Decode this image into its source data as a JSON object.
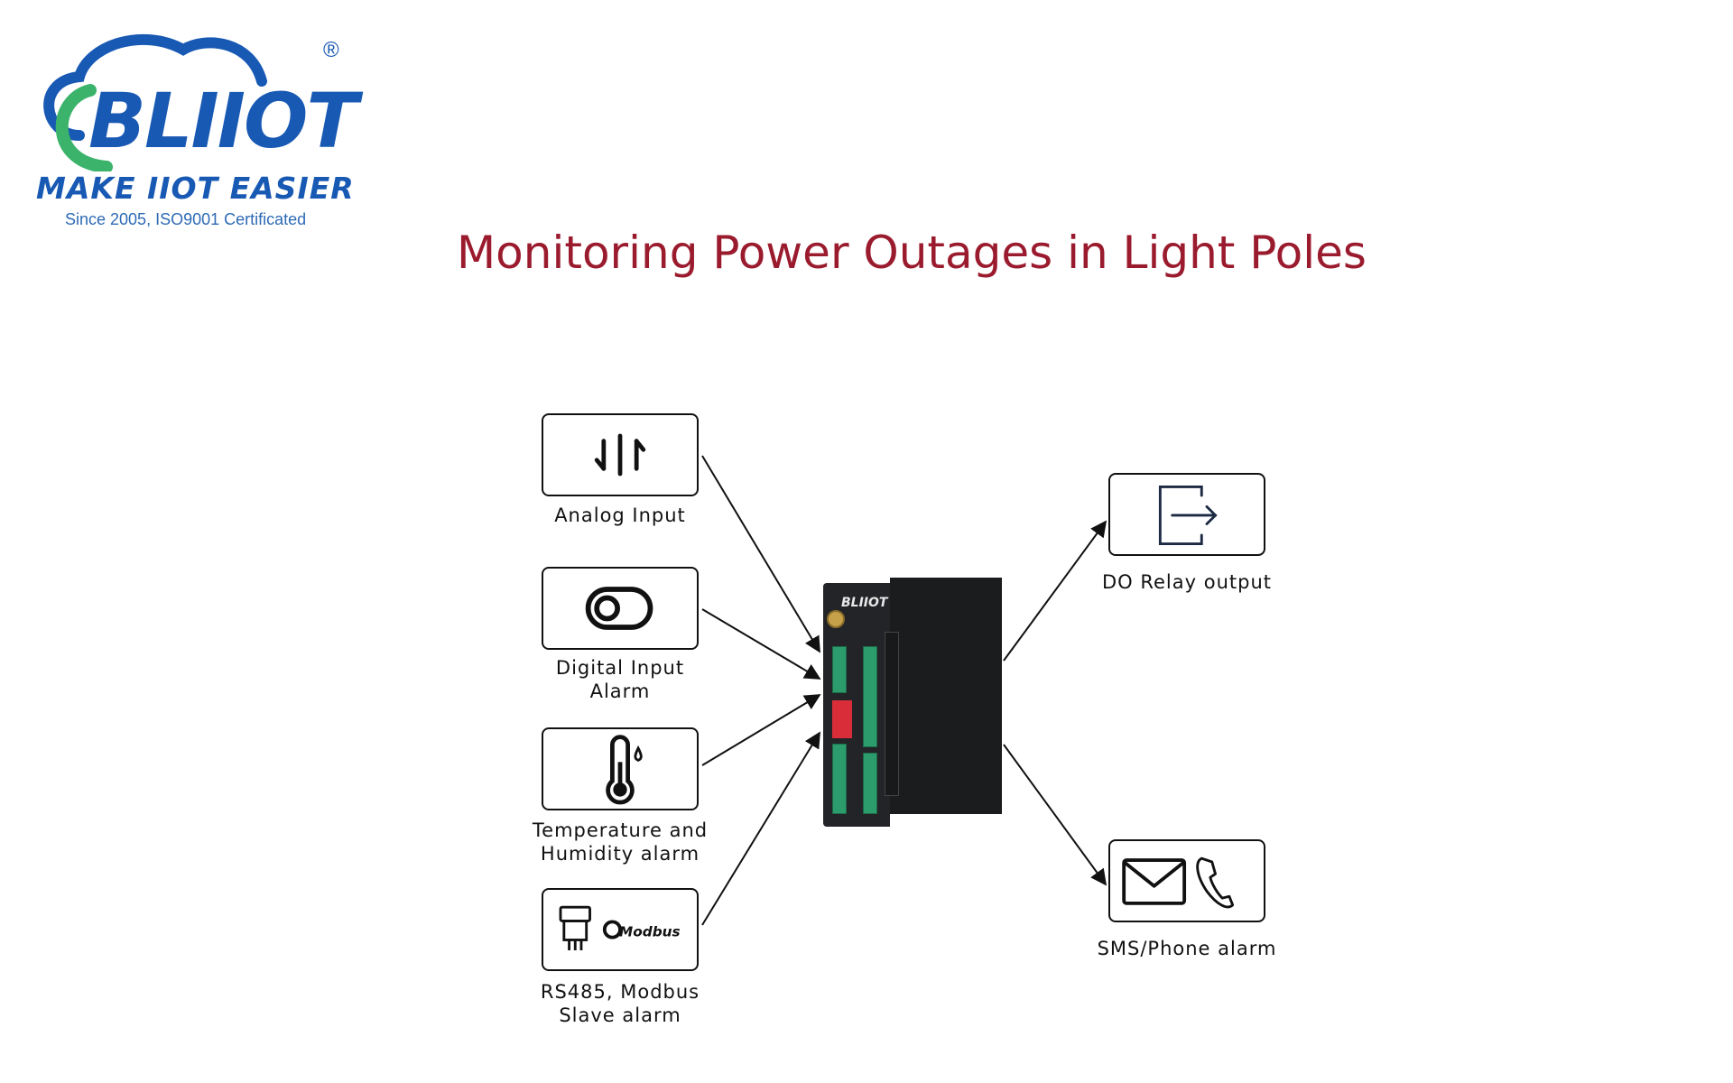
{
  "logo": {
    "brand": "BLIIOT",
    "registered": "®",
    "tagline": "MAKE IIOT EASIER",
    "since": "Since 2005, ISO9001 Certificated",
    "colors": {
      "blue": "#1859b4",
      "green": "#3bb36a"
    }
  },
  "title": "Monitoring Power Outages in Light Poles",
  "title_color": "#9b1b2e",
  "inputs": [
    {
      "icon": "analog-input-icon",
      "label": [
        "Analog Input"
      ]
    },
    {
      "icon": "toggle-switch-icon",
      "label": [
        "Digital Input",
        "Alarm"
      ]
    },
    {
      "icon": "thermometer-icon",
      "label": [
        "Temperature and",
        "Humidity alarm"
      ]
    },
    {
      "icon": "rs485-modbus-icon",
      "icon_text": "Modbus",
      "label": [
        "RS485, Modbus",
        "Slave alarm"
      ]
    }
  ],
  "outputs": [
    {
      "icon": "exit-arrow-icon",
      "label": [
        "DO Relay output"
      ]
    },
    {
      "icon": "envelope-phone-icon",
      "label": [
        "SMS/Phone alarm"
      ]
    }
  ],
  "device": {
    "brand": "BLIIOT",
    "icon": "rtu-device-icon"
  }
}
